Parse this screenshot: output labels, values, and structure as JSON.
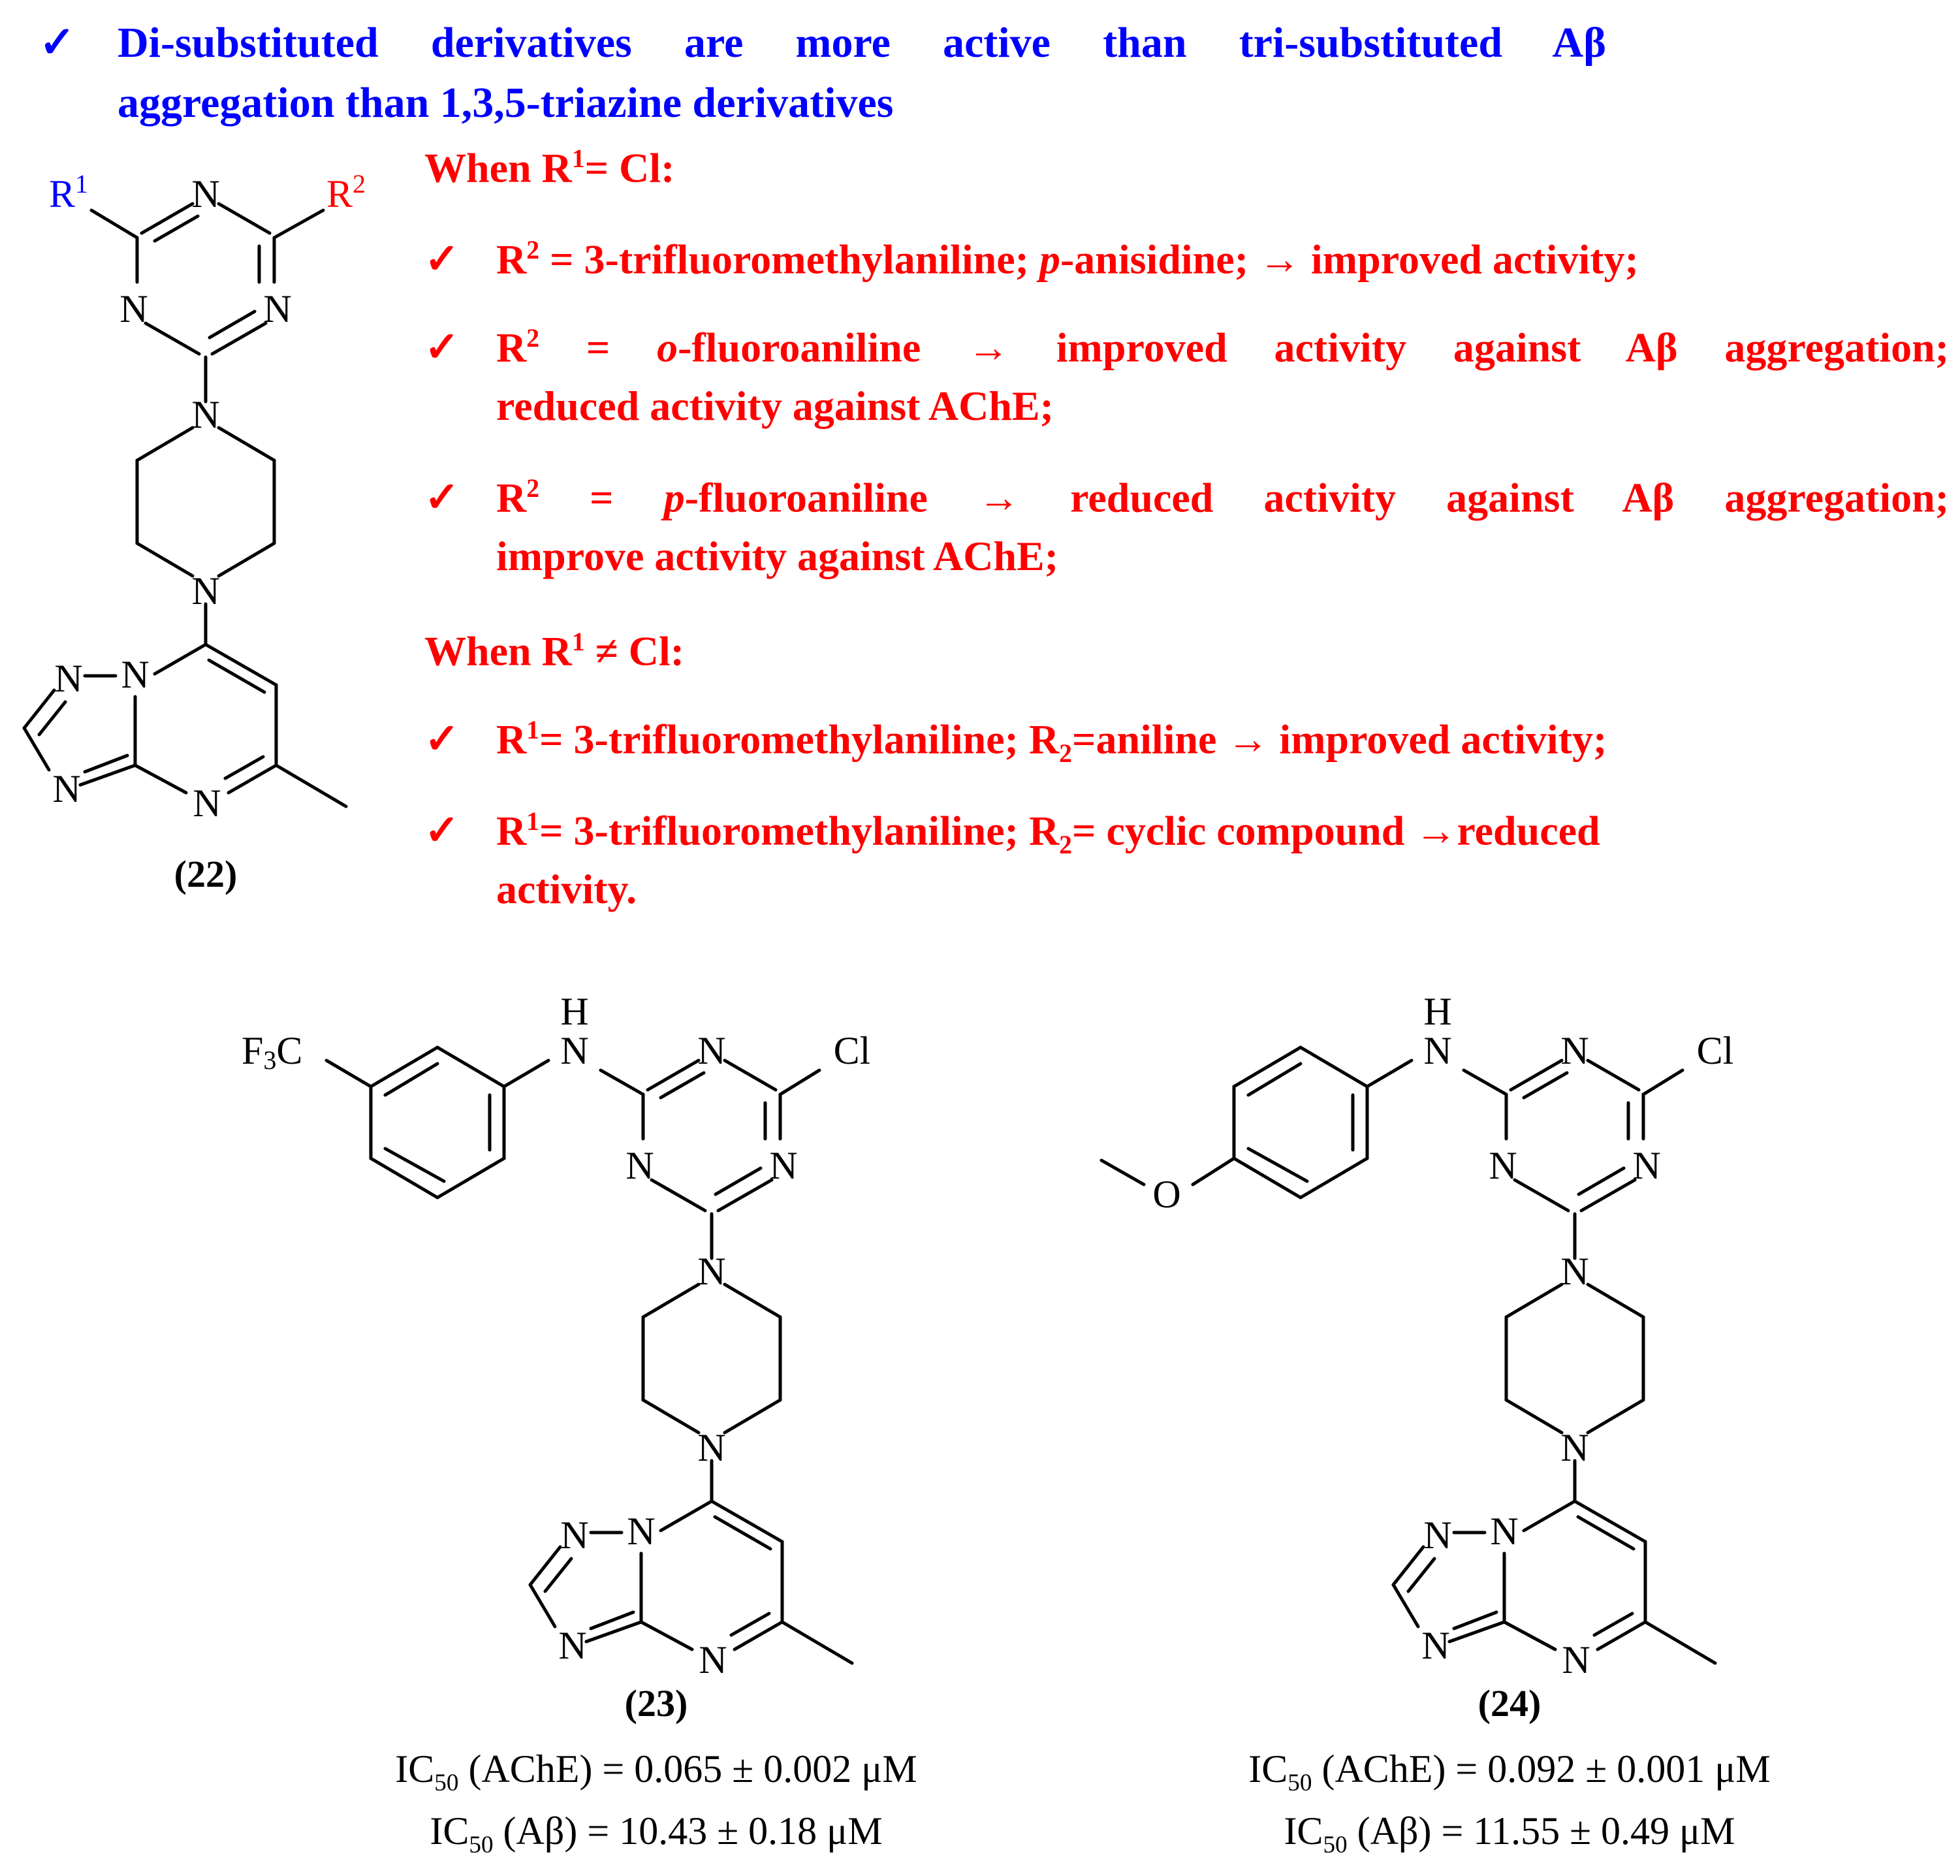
{
  "header": {
    "check": "✓",
    "line1": "Di-substituted derivatives are more active than tri-substituted Aβ",
    "line2": "aggregation than 1,3,5-triazine derivatives"
  },
  "panel": {
    "check": "✓",
    "when_cl": {
      "pre": "When R",
      "sup": "1",
      "post": "= Cl:"
    },
    "item1": {
      "pre": "R",
      "sup": "2",
      "a": " = 3-trifluoromethylaniline; ",
      "it": "p",
      "b": "-anisidine; → improved activity;"
    },
    "item2": {
      "pre": "R",
      "sup": "2",
      "a": " = ",
      "it": "o",
      "b": "-fluoroaniline → improved activity against Aβ aggregation;",
      "line2": "reduced activity against AChE;"
    },
    "item3": {
      "pre": "R",
      "sup": "2",
      "a": " = ",
      "it": "p",
      "b": "-fluoroaniline → reduced activity against Aβ aggregation;",
      "line2": "improve activity against AChE;"
    },
    "when_not_cl": {
      "pre": "When R",
      "sup": "1",
      "post": " ≠ Cl:"
    },
    "item4": {
      "pre": "R",
      "sup": "1",
      "a": "= 3-trifluoromethylaniline;  R",
      "sub": "2",
      "b": "=aniline → improved activity;"
    },
    "item5": {
      "pre": "R",
      "sup": "1",
      "a": "= 3-trifluoromethylaniline;  R",
      "sub": "2",
      "b": "= cyclic compound →reduced",
      "line2": "activity."
    }
  },
  "molecules": {
    "m22": {
      "label": "(22)",
      "r1": "R",
      "r1_sup": "1",
      "r2": "R",
      "r2_sup": "2"
    },
    "m23": {
      "label": "(23)",
      "sub1": "F",
      "sub1_sub": "3",
      "sub1_post": "C",
      "ic_ache": {
        "pre": "IC",
        "sub": "50",
        "post": " (AChE) = 0.065 ± 0.002 μM"
      },
      "ic_ab": {
        "pre": "IC",
        "sub": "50",
        "post": " (Aβ) = 10.43 ± 0.18 μM"
      }
    },
    "m24": {
      "label": "(24)",
      "ic_ache": {
        "pre": "IC",
        "sub": "50",
        "post": " (AChE) = 0.092 ± 0.001 μM"
      },
      "ic_ab": {
        "pre": "IC",
        "sub": "50",
        "post": " (Aβ) = 11.55 ± 0.49 μM"
      }
    },
    "atoms": {
      "N": "N",
      "H": "H",
      "Cl": "Cl",
      "O": "O"
    }
  },
  "colors": {
    "header": "#0000ff",
    "panel": "#ff0000",
    "r1": "#0000ff",
    "r2": "#ff0000",
    "ink": "#000000"
  }
}
